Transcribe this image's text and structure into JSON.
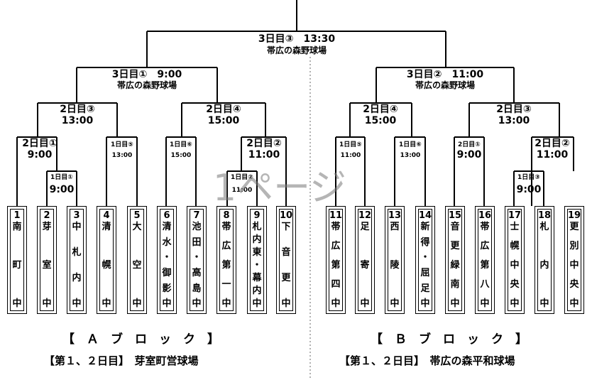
{
  "watermark": "1ページ",
  "final": {
    "line1": "3日目③　13:30",
    "line2": "帯広の森野球場"
  },
  "semis": [
    {
      "line1": "3日目①　9:00",
      "line2": "帯広の森野球場"
    },
    {
      "line1": "3日目②　11:00",
      "line2": "帯広の森野球場"
    }
  ],
  "quarters": [
    {
      "line1": "2日目③",
      "line2": "13:00"
    },
    {
      "line1": "2日目④",
      "line2": "15:00"
    },
    {
      "line1": "2日目④",
      "line2": "15:00"
    },
    {
      "line1": "2日目③",
      "line2": "13:00"
    }
  ],
  "round2": [
    {
      "line1": "2日目①",
      "line2": "9:00"
    },
    {
      "line1": "1日目⑤",
      "line2": "13:00"
    },
    {
      "line1": "1日目⑥",
      "line2": "15:00"
    },
    {
      "line1": "2日目②",
      "line2": "11:00"
    },
    {
      "line1": "1日目⑤",
      "line2": "11:00"
    },
    {
      "line1": "1日目⑥",
      "line2": "13:00"
    },
    {
      "line1": "2日目①",
      "line2": "9:00"
    },
    {
      "line1": "2日目②",
      "line2": "11:00"
    }
  ],
  "round1": [
    {
      "line1": "1日目①",
      "line2": "9:00"
    },
    {
      "line1": "1日目②",
      "line2": "11:00"
    },
    {
      "line1": "1日目③",
      "line2": "9:00"
    }
  ],
  "teams": [
    {
      "num": "1",
      "name": [
        "南",
        "町",
        "中"
      ]
    },
    {
      "num": "2",
      "name": [
        "芽",
        "室",
        "中"
      ]
    },
    {
      "num": "3",
      "name": [
        "中",
        "札",
        "内",
        "中"
      ]
    },
    {
      "num": "4",
      "name": [
        "清",
        "幌",
        "中"
      ]
    },
    {
      "num": "5",
      "name": [
        "大",
        "空",
        "中"
      ]
    },
    {
      "num": "6",
      "name": [
        "清",
        "水",
        "・",
        "御",
        "影",
        "中"
      ]
    },
    {
      "num": "7",
      "name": [
        "池",
        "田",
        "・",
        "高",
        "島",
        "中"
      ]
    },
    {
      "num": "8",
      "name": [
        "帯",
        "広",
        "第",
        "一",
        "中"
      ]
    },
    {
      "num": "9",
      "name": [
        "札",
        "内",
        "東",
        "・",
        "幕",
        "内",
        "中"
      ]
    },
    {
      "num": "10",
      "name": [
        "下",
        "音",
        "更",
        "中"
      ]
    },
    {
      "num": "11",
      "name": [
        "帯",
        "広",
        "第",
        "四",
        "中"
      ]
    },
    {
      "num": "12",
      "name": [
        "足",
        "寄",
        "中"
      ]
    },
    {
      "num": "13",
      "name": [
        "西",
        "陵",
        "中"
      ]
    },
    {
      "num": "14",
      "name": [
        "新",
        "得",
        "・",
        "屈",
        "足",
        "中"
      ]
    },
    {
      "num": "15",
      "name": [
        "音",
        "更",
        "緑",
        "南",
        "中"
      ]
    },
    {
      "num": "16",
      "name": [
        "帯",
        "広",
        "第",
        "八",
        "中"
      ]
    },
    {
      "num": "17",
      "name": [
        "士",
        "幌",
        "中",
        "央",
        "中"
      ]
    },
    {
      "num": "18",
      "name": [
        "札",
        "内",
        "中"
      ]
    },
    {
      "num": "19",
      "name": [
        "更",
        "別",
        "中",
        "央",
        "中"
      ]
    }
  ],
  "blocks": {
    "a_title": "【　Ａ　ブ　ロ　ッ　ク　】",
    "a_venue": "【第１、２日目】　芽室町営球場",
    "b_title": "【　Ｂ　ブ　ロ　ッ　ク　】",
    "b_venue": "【第１、２日目】　帯広の森平和球場"
  }
}
